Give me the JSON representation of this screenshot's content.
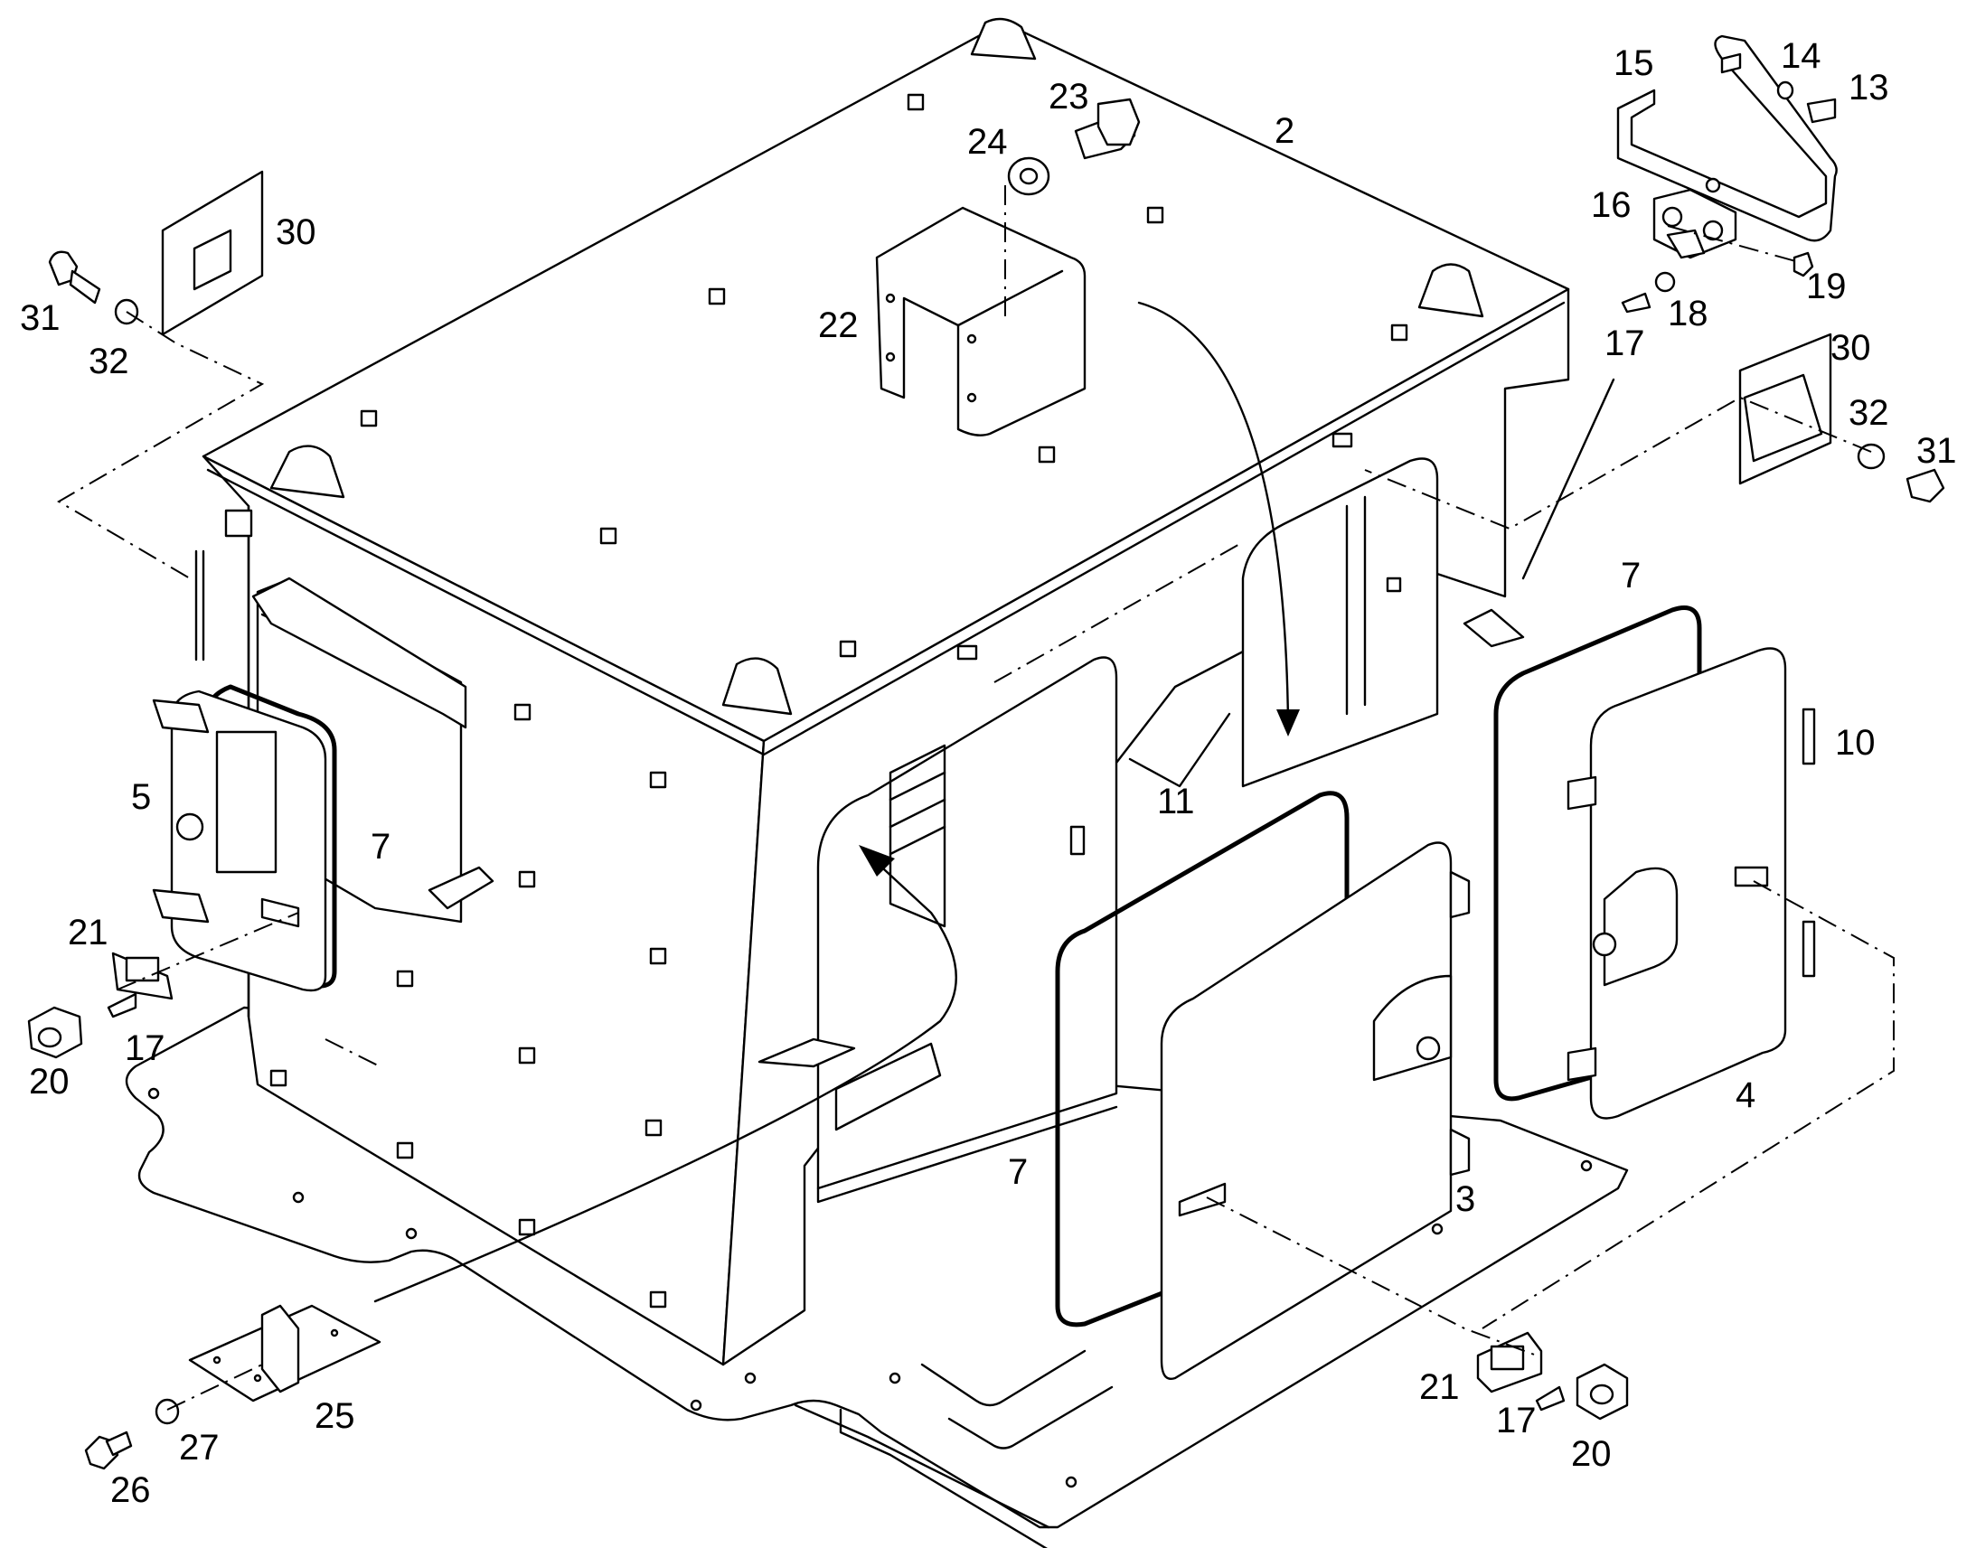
{
  "callouts": [
    {
      "id": "c2",
      "text": "2"
    },
    {
      "id": "c3",
      "text": "3"
    },
    {
      "id": "c4",
      "text": "4"
    },
    {
      "id": "c5",
      "text": "5"
    },
    {
      "id": "c7a",
      "text": "7"
    },
    {
      "id": "c7b",
      "text": "7"
    },
    {
      "id": "c7c",
      "text": "7"
    },
    {
      "id": "c10",
      "text": "10"
    },
    {
      "id": "c11",
      "text": "11"
    },
    {
      "id": "c13",
      "text": "13"
    },
    {
      "id": "c14",
      "text": "14"
    },
    {
      "id": "c15",
      "text": "15"
    },
    {
      "id": "c16",
      "text": "16"
    },
    {
      "id": "c17a",
      "text": "17"
    },
    {
      "id": "c17b",
      "text": "17"
    },
    {
      "id": "c17c",
      "text": "17"
    },
    {
      "id": "c18",
      "text": "18"
    },
    {
      "id": "c19",
      "text": "19"
    },
    {
      "id": "c20a",
      "text": "20"
    },
    {
      "id": "c20b",
      "text": "20"
    },
    {
      "id": "c21a",
      "text": "21"
    },
    {
      "id": "c21b",
      "text": "21"
    },
    {
      "id": "c22",
      "text": "22"
    },
    {
      "id": "c23",
      "text": "23"
    },
    {
      "id": "c24",
      "text": "24"
    },
    {
      "id": "c25",
      "text": "25"
    },
    {
      "id": "c26",
      "text": "26"
    },
    {
      "id": "c27",
      "text": "27"
    },
    {
      "id": "c30a",
      "text": "30"
    },
    {
      "id": "c30b",
      "text": "30"
    },
    {
      "id": "c31a",
      "text": "31"
    },
    {
      "id": "c31b",
      "text": "31"
    },
    {
      "id": "c32a",
      "text": "32"
    },
    {
      "id": "c32b",
      "text": "32"
    }
  ]
}
